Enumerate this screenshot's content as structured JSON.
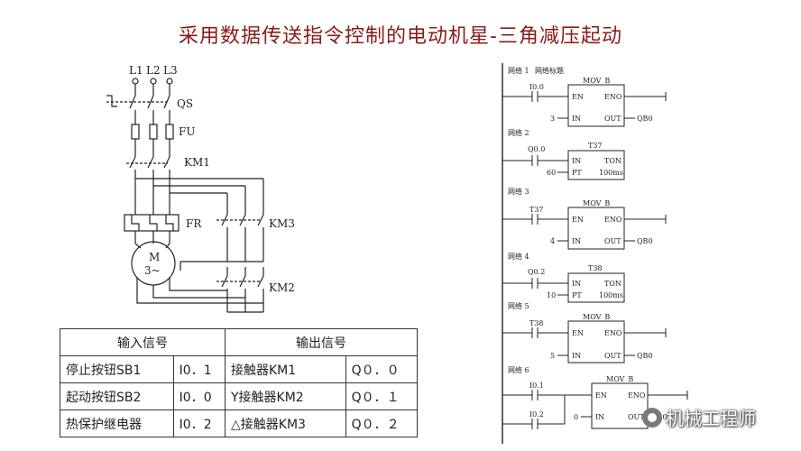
{
  "title": "采用数据传送指令控制的电动机星-三角减压起动",
  "circuit": {
    "phases": [
      "L1",
      "L2",
      "L3"
    ],
    "qs": "QS",
    "fu": "FU",
    "km1": "KM1",
    "fr": "FR",
    "km3": "KM3",
    "km2": "KM2",
    "motor_m": "M",
    "motor_phase": "3~"
  },
  "io_table": {
    "input_header": "输入信号",
    "output_header": "输出信号",
    "rows": [
      {
        "in_name": "停止按钮SB1",
        "in_addr": "I0．1",
        "out_name": "接触器KM1",
        "out_addr": "Q０．０"
      },
      {
        "in_name": "起动按钮SB2",
        "in_addr": "I0．0",
        "out_name": "Y接触器KM2",
        "out_addr": "Q０．１"
      },
      {
        "in_name": "热保护继电器",
        "in_addr": "I0．2",
        "out_name": "△接触器KM3",
        "out_addr": "Q０．２"
      }
    ]
  },
  "ladder": {
    "n1_label": "网络 1",
    "n1_title": "网络标题",
    "n1_contact": "I0.0",
    "n1_box": "MOV_B",
    "n1_en": "EN",
    "n1_eno": "ENO",
    "n1_in_val": "3",
    "n1_in": "IN",
    "n1_out": "OUT",
    "n1_out_val": "QB0",
    "n2_label": "网络 2",
    "n2_contact": "Q0.0",
    "n2_box": "T37",
    "n2_in": "IN",
    "n2_ton": "TON",
    "n2_pt_val": "60",
    "n2_pt": "PT",
    "n2_base": "100ms",
    "n3_label": "网络 3",
    "n3_contact": "T37",
    "n3_box": "MOV_B",
    "n3_en": "EN",
    "n3_eno": "ENO",
    "n3_in_val": "4",
    "n3_in": "IN",
    "n3_out": "OUT",
    "n3_out_val": "QB0",
    "n4_label": "网络 4",
    "n4_contact": "Q0.2",
    "n4_box": "T38",
    "n4_in": "IN",
    "n4_ton": "TON",
    "n4_pt_val": "10",
    "n4_pt": "PT",
    "n4_base": "100ms",
    "n5_label": "网络 5",
    "n5_contact": "T38",
    "n5_box": "MOV_B",
    "n5_en": "EN",
    "n5_eno": "ENO",
    "n5_in_val": "5",
    "n5_in": "IN",
    "n5_out": "OUT",
    "n5_out_val": "QB0",
    "n6_label": "网络 6",
    "n6_contact1": "I0.1",
    "n6_contact2": "I0.2",
    "n6_box": "MOV_B",
    "n6_en": "EN",
    "n6_eno": "ENO",
    "n6_in_val": "0",
    "n6_in": "IN",
    "n6_out": "OUT",
    "n6_out_val": "QB0"
  },
  "watermark": "机械工程师"
}
